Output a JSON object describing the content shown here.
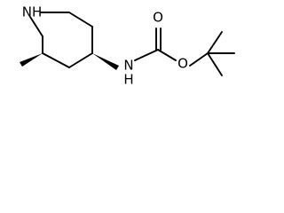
{
  "molecule": {
    "atoms": {
      "ring_nitrogen": "NH",
      "amide_nitrogen": "N",
      "amide_hydrogen": "H",
      "carbonyl_oxygen": "O",
      "ester_oxygen": "O"
    },
    "colors": {
      "bond": "#000000",
      "background": "#ffffff"
    }
  }
}
